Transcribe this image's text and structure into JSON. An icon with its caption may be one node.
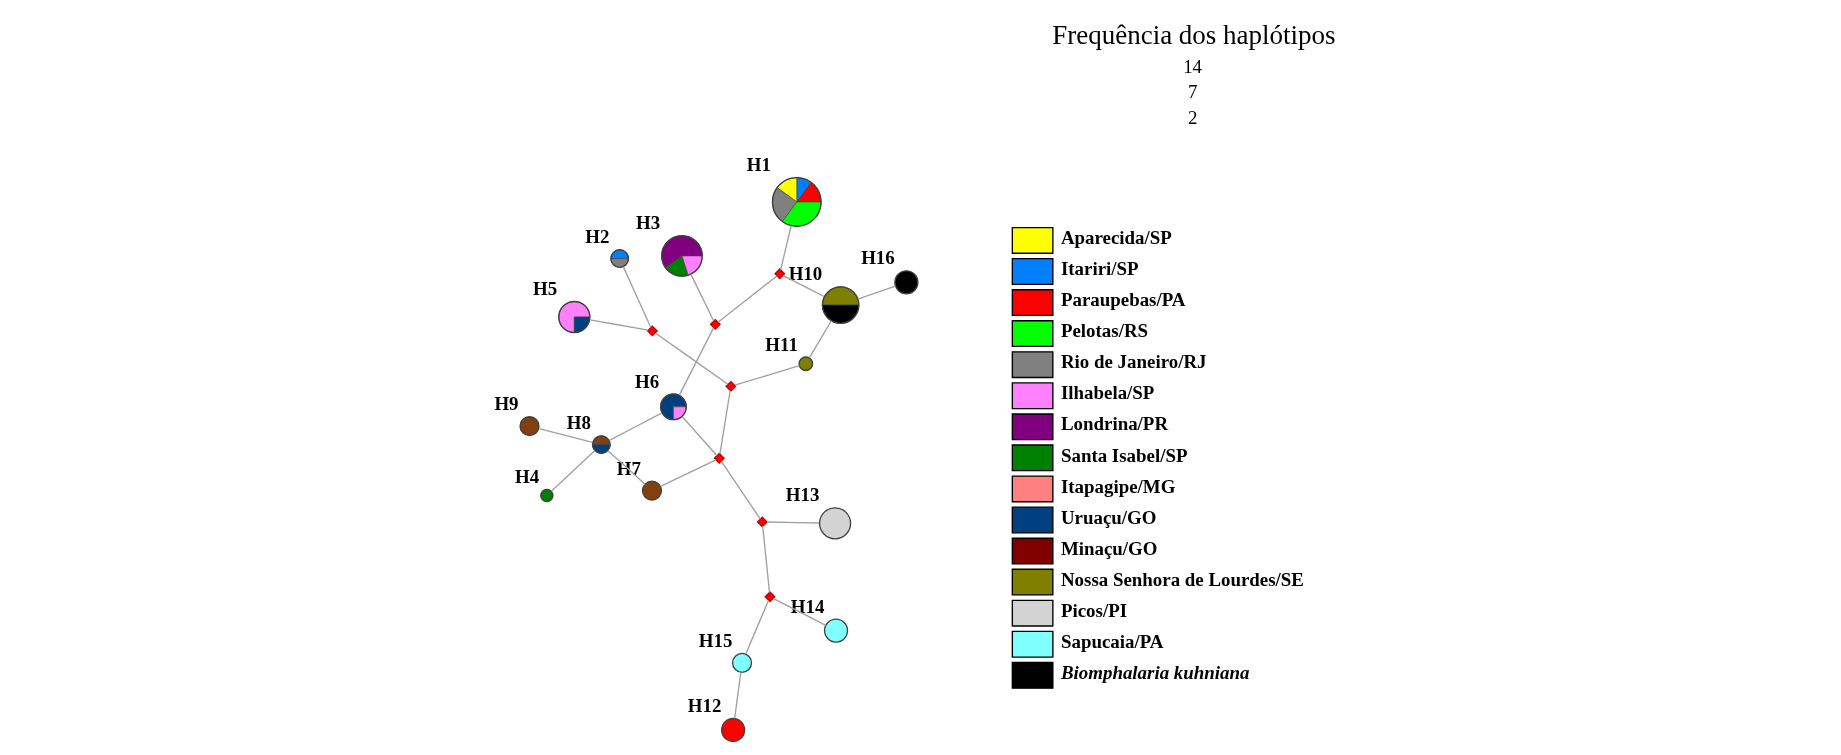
{
  "diagram": {
    "nodes": [
      {
        "text": [],
        "shape": "circle",
        "beside": [
          "H5"
        ]
      },
      {
        "text": [],
        "shape": "circle",
        "beside": [
          "H16"
        ]
      },
      {
        "text": [],
        "shape": "circle",
        "beside": [
          "H12"
        ]
      },
      {
        "text": [],
        "shape": "circle",
        "beside": [
          "H10"
        ]
      },
      {
        "text": [],
        "shape": "circle",
        "beside": [
          "H2"
        ]
      },
      {
        "text": [],
        "shape": "diamond"
      },
      {
        "text": [],
        "shape": "diamond"
      },
      {
        "text": [],
        "shape": "circle",
        "beside": [
          "H11"
        ]
      },
      {
        "text": [],
        "shape": "circle",
        "beside": [
          "H15"
        ]
      },
      {
        "text": [],
        "shape": "circle",
        "beside": [
          "H14"
        ]
      },
      {
        "text": [],
        "shape": "diamond"
      },
      {
        "text": [],
        "shape": "diamond"
      },
      {
        "text": [],
        "shape": "diamond"
      },
      {
        "text": [],
        "shape": "diamond"
      },
      {
        "text": [],
        "shape": "circle",
        "beside": [
          "H1"
        ]
      },
      {
        "text": [],
        "shape": "circle",
        "beside": [
          "H7"
        ]
      },
      {
        "text": [],
        "shape": "circle",
        "beside": [
          "H6"
        ]
      },
      {
        "text": [],
        "shape": "diamond"
      },
      {
        "text": [],
        "shape": "circle",
        "beside": [
          "H3"
        ]
      },
      {
        "text": [],
        "shape": "circle",
        "beside": [
          "H8"
        ]
      },
      {
        "text": [],
        "shape": "circle",
        "beside": [
          "H9"
        ]
      },
      {
        "text": [],
        "shape": "circle",
        "beside": [
          "H4"
        ]
      },
      {
        "text": [],
        "shape": "circle",
        "beside": [
          "H13"
        ]
      }
    ],
    "edges": [
      {
        "from": 2,
        "to": 8,
        "arrow": "none"
      },
      {
        "from": 8,
        "to": 10,
        "arrow": "none"
      },
      {
        "from": 9,
        "to": 10,
        "arrow": "none"
      },
      {
        "from": 10,
        "to": 11,
        "arrow": "none"
      },
      {
        "from": 11,
        "to": 12,
        "arrow": "none"
      },
      {
        "from": 11,
        "to": 22,
        "arrow": "none"
      },
      {
        "from": 12,
        "to": 6,
        "arrow": "none"
      },
      {
        "from": 4,
        "to": 5,
        "arrow": "none"
      },
      {
        "from": 5,
        "to": 0,
        "arrow": "none"
      },
      {
        "from": 5,
        "to": 6,
        "arrow": "none"
      },
      {
        "from": 6,
        "to": 7,
        "arrow": "none"
      },
      {
        "from": 7,
        "to": 3,
        "arrow": "none"
      },
      {
        "from": 3,
        "to": 1,
        "arrow": "none"
      },
      {
        "from": 3,
        "to": 13,
        "arrow": "none"
      },
      {
        "from": 13,
        "to": 14,
        "arrow": "none"
      },
      {
        "from": 13,
        "to": 17,
        "arrow": "none"
      },
      {
        "from": 17,
        "to": 18,
        "arrow": "none"
      },
      {
        "from": 17,
        "to": 16,
        "arrow": "none"
      },
      {
        "from": 12,
        "to": 15,
        "arrow": "none"
      },
      {
        "from": 12,
        "to": 16,
        "arrow": "none"
      },
      {
        "from": 15,
        "to": 19,
        "arrow": "none"
      },
      {
        "from": 16,
        "to": 19,
        "arrow": "none"
      },
      {
        "from": 19,
        "to": 21,
        "arrow": "none"
      },
      {
        "from": 19,
        "to": 20,
        "arrow": "none"
      }
    ],
    "labels": [
      "Frequência dos haplótipos",
      "14",
      "7",
      "2"
    ],
    "legend": [
      {
        "text": "Aparecida/SP",
        "color": "#ffff00"
      },
      {
        "text": "Itariri/SP",
        "color": "#0080ff"
      },
      {
        "text": "Paraupebas/PA",
        "color": "#ff0000"
      },
      {
        "text": "Pelotas/RS",
        "color": "#00ff00"
      },
      {
        "text": "Rio de Janeiro/RJ",
        "color": "#808080"
      },
      {
        "text": "Ilhabela/SP",
        "color": "#ff80ff"
      },
      {
        "text": "Londrina/PR",
        "color": "#800080"
      },
      {
        "text": "Santa Isabel/SP",
        "color": "#008000"
      },
      {
        "text": "Itapagipe/MG",
        "color": "#ff8080"
      },
      {
        "text": "Uruaçu/GO",
        "color": "#004080"
      },
      {
        "text": "Minaçu/GO",
        "color": "#800000"
      },
      {
        "text": "Nossa Senhora de Lourdes/SE",
        "color": "#808000"
      },
      {
        "text": "Picos/PI",
        "color": "#d3d3d3"
      },
      {
        "text": "Sapucaia/PA",
        "color": "#80ffff"
      },
      {
        "text": "Biomphalaria kuhniana",
        "color": "#000000"
      }
    ]
  }
}
